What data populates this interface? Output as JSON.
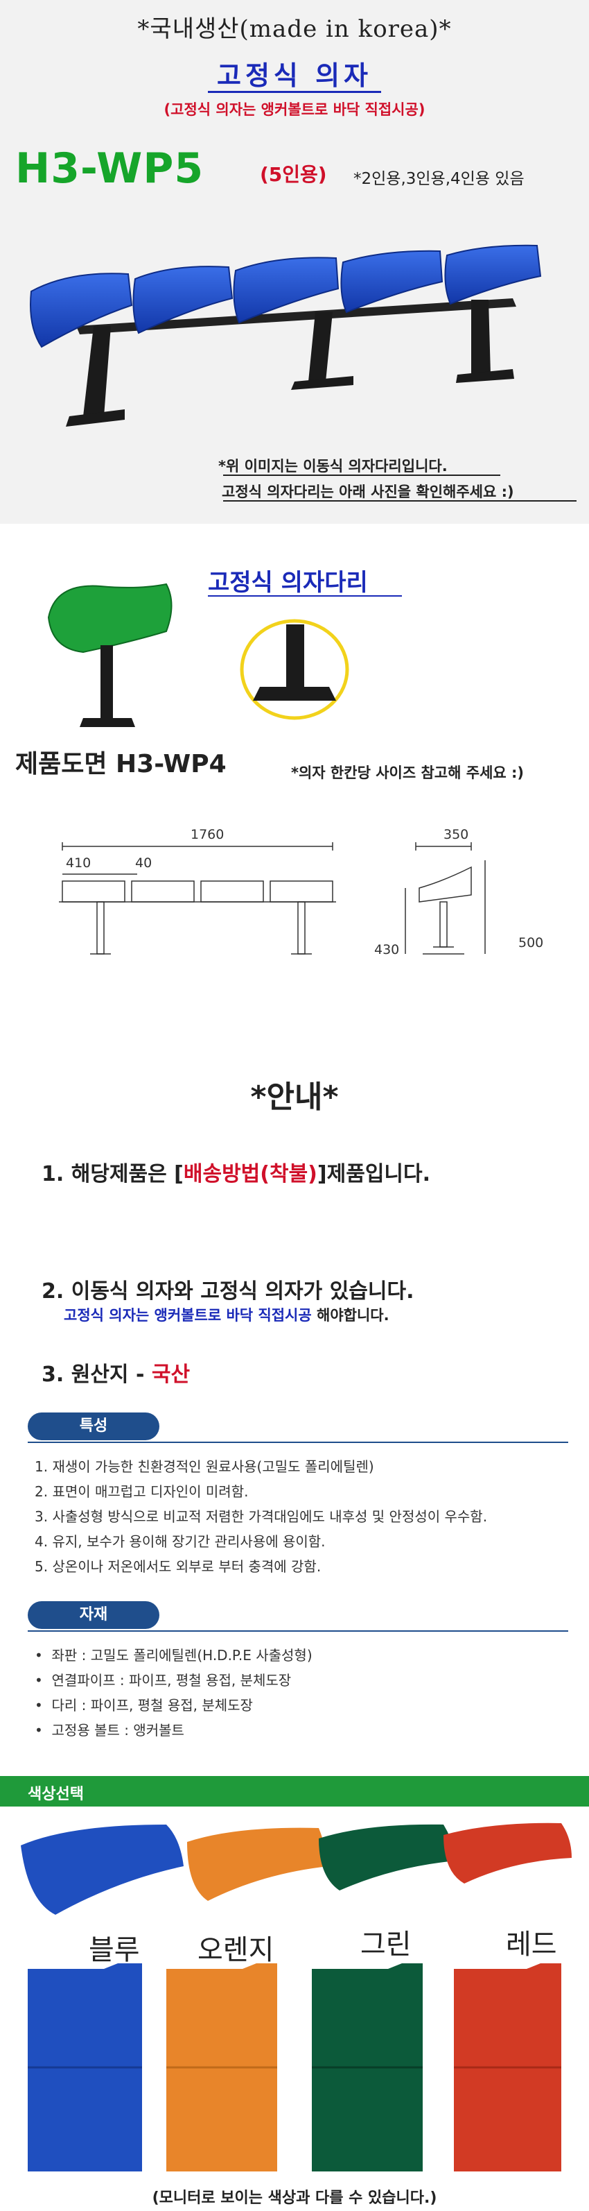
{
  "header": {
    "made_in": "*국내생산(made in korea)*",
    "title": "고정식 의자",
    "subtitle": "(고정식 의자는 앵커볼트로 바닥 직접시공)",
    "model": "H3-WP5",
    "model_sub": "(5인용)",
    "note_right": "*2인용,3인용,4인용 있음",
    "image_note_1": "*위 이미지는 이동식 의자다리입니다.",
    "image_note_2": "고정식 의자다리는 아래 사진을 확인해주세요 :)"
  },
  "leg_section": {
    "title": "고정식 의자다리"
  },
  "drawing": {
    "title": "제품도면 H3-WP4",
    "note": "*의자 한칸당 사이즈 참고해 주세요 :)",
    "dims": {
      "total_width": "1760",
      "seat_width": "410",
      "gap": "40",
      "depth": "350",
      "seat_height": "430",
      "total_height": "500"
    }
  },
  "guide": {
    "title": "*안내*",
    "item1_prefix": "1. 해당제품은 [",
    "item1_highlight": "배송방법(착불)",
    "item1_suffix": "]제품입니다.",
    "item2": "2. 이동식 의자와 고정식 의자가 있습니다.",
    "item2_sub_blue": "고정식 의자는 앵커볼트로 바닥 직접시공",
    "item2_sub_black": " 해야합니다.",
    "item3_prefix": "3.  원산지 - ",
    "item3_red": "국산"
  },
  "features": {
    "label": "특성",
    "items": [
      "1. 재생이 가능한 친환경적인 원료사용(고밀도 폴리에틸렌)",
      "2. 표면이 매끄럽고 디자인이 미려함.",
      "3. 사출성형 방식으로 비교적 저렴한 가격대임에도 내후성 및 안정성이 우수함.",
      "4. 유지, 보수가 용이해 장기간 관리사용에 용이함.",
      "5. 상온이나 저온에서도 외부로 부터 충격에 강함."
    ]
  },
  "materials": {
    "label": "자재",
    "items": [
      "좌판 : 고밀도 폴리에틸렌(H.D.P.E 사출성형)",
      "연결파이프 : 파이프, 평철 용접, 분체도장",
      "다리 : 파이프, 평철 용접, 분체도장",
      "고정용 볼트 : 앵커볼트"
    ]
  },
  "colors": {
    "label": "색상선택",
    "names": [
      "블루",
      "오렌지",
      "그린",
      "레드"
    ],
    "swatches": [
      "#1f4fbf",
      "#e8852a",
      "#0c5a3a",
      "#d23a24"
    ],
    "footnote": "(모니터로 보이는 색상과 다를 수 있습니다.)"
  }
}
